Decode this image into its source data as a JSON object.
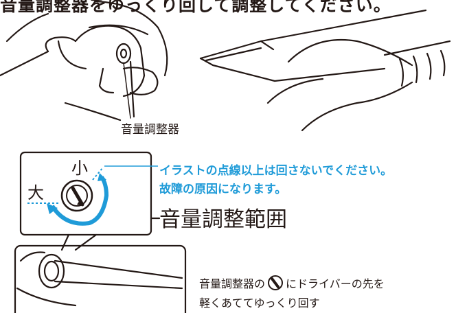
{
  "title": "音量調整器をゆっくり回して調整してください。",
  "knob_caption": "音量調整器",
  "warning": {
    "line1": "イラストの点線以上は回さないでください。",
    "line2": "故障の原因になります。"
  },
  "range_label": "音量調整範囲",
  "dial": {
    "min_label": "小",
    "max_label": "大"
  },
  "instruction": {
    "part1": "音量調整器の",
    "part2": "にドライバーの先を",
    "line2": "軽くあててゆっくり回す"
  },
  "colors": {
    "accent": "#1f9bd8",
    "ink": "#231815"
  }
}
